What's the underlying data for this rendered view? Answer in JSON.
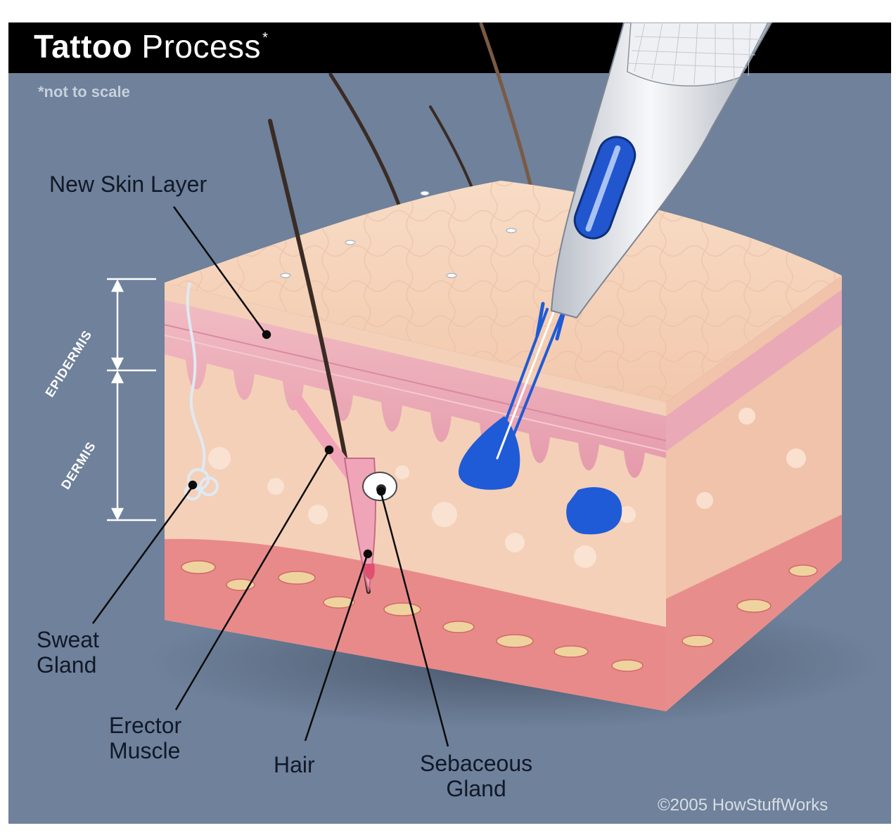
{
  "header": {
    "title_bold": "Tattoo",
    "title_regular": "Process",
    "title_mark": "*",
    "subtitle": "*not to scale"
  },
  "labels": {
    "new_skin_layer": "New Skin Layer",
    "sweat_gland_line1": "Sweat",
    "sweat_gland_line2": "Gland",
    "erector_muscle_line1": "Erector",
    "erector_muscle_line2": "Muscle",
    "hair": "Hair",
    "sebaceous_gland_line1": "Sebaceous",
    "sebaceous_gland_line2": "Gland",
    "epidermis": "EPIDERMIS",
    "dermis": "DERMIS"
  },
  "credit": "©2005 HowStuffWorks",
  "colors": {
    "background": "#6f819b",
    "header": "#000000",
    "skin_surface": "#f6d2b8",
    "epidermis": "#eaa8b8",
    "dermis": "#f3cdb4",
    "fat_layer": "#e98a88",
    "ink": "#1f5bd6",
    "needle_body": "#e6e9ee"
  }
}
